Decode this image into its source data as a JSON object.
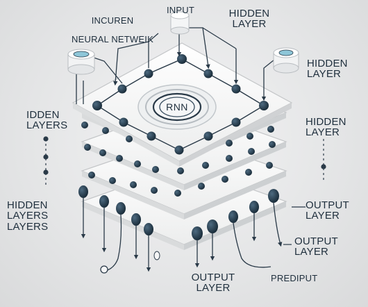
{
  "labels": {
    "title_line1": "INCUREN",
    "title_line2": "NEURAL NETWEIK",
    "input": "INPUT",
    "hidden_top": "HIDDEN\nLAYER",
    "hidden_right1": "HIDDEN\nLAYER",
    "hidden_right2": "HIDDEN\nLAYER",
    "hidden_left1": "IDDEN\nLAYERS",
    "hidden_left2": "HIDDEN\nLAYERS\nLAYERS",
    "output_right1": "OUTPUT\nLAYER",
    "output_right2": "OUTPUT\nLAYER",
    "output_bottom": "OUTPUT\nLAYER",
    "prediput": "PREDIPUT",
    "rnn": "RNN"
  },
  "colors": {
    "node_dark": "#1f3444",
    "edge": "#2a3a48",
    "plate": "#f8f8f9",
    "plate_edge": "#c9cbcd",
    "accent_cyan": "#8ec6d8",
    "text": "#1f2f3d"
  },
  "icons": [
    "input-cylinder-icon",
    "hidden-cylinder-icon",
    "rnn-ring-icon"
  ]
}
